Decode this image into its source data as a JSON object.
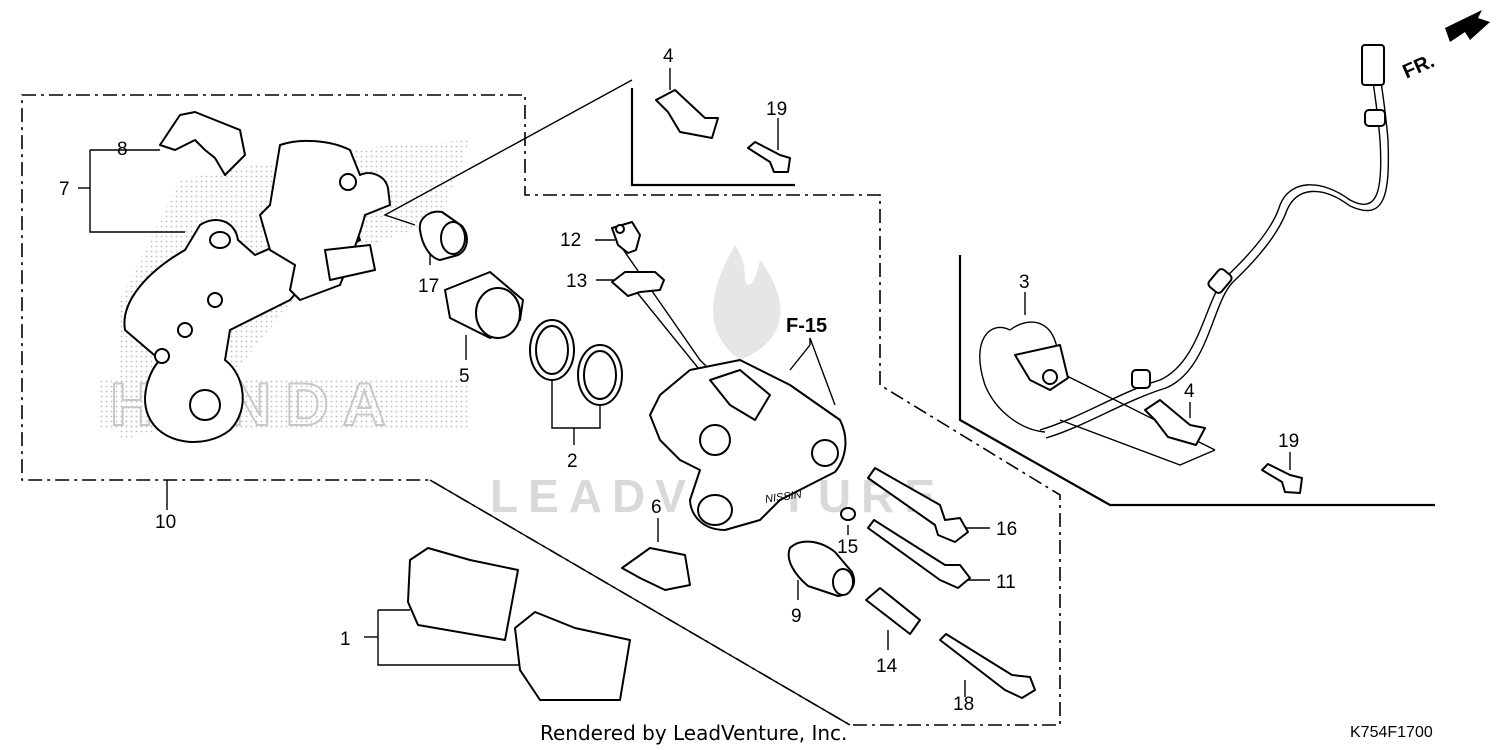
{
  "labels": {
    "p1": "1",
    "p2": "2",
    "p3": "3",
    "p4a": "4",
    "p4b": "4",
    "p5": "5",
    "p6": "6",
    "p7": "7",
    "p8": "8",
    "p9": "9",
    "p10": "10",
    "p11": "11",
    "p12": "12",
    "p13": "13",
    "p14": "14",
    "p15": "15",
    "p16": "16",
    "p17": "17",
    "p18": "18",
    "p19a": "19",
    "p19b": "19"
  },
  "ref": "F-15",
  "front_marker": "FR.",
  "watermark": {
    "brand": "LEADVENTURE",
    "honda": "HONDA"
  },
  "footer": {
    "rendered_by": "Rendered by LeadVenture, Inc.",
    "diagram_code": "K754F1700"
  }
}
